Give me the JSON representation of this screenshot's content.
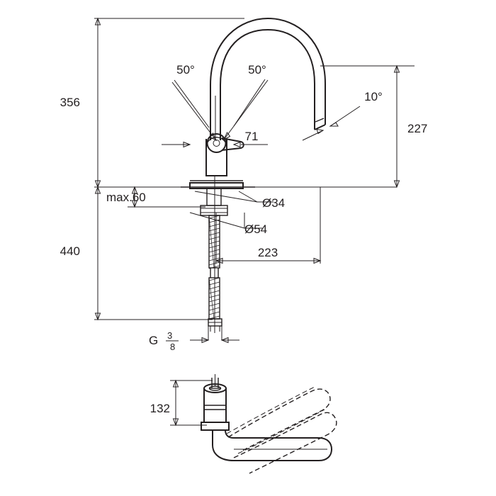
{
  "diagram": {
    "title": "Kitchen mixer tap technical dimension drawing",
    "units": "mm",
    "labels": {
      "height_total": "356",
      "angle_left": "50°",
      "angle_right": "50°",
      "angle_spout": "10°",
      "spout_height": "227",
      "spout_offset": "71",
      "max_thickness": "max.60",
      "diameter_small": "Ø34",
      "diameter_large": "Ø54",
      "reach": "223",
      "depth_below": "440",
      "thread": "G",
      "thread_num": "3",
      "thread_den": "8",
      "lever_height": "132"
    }
  }
}
